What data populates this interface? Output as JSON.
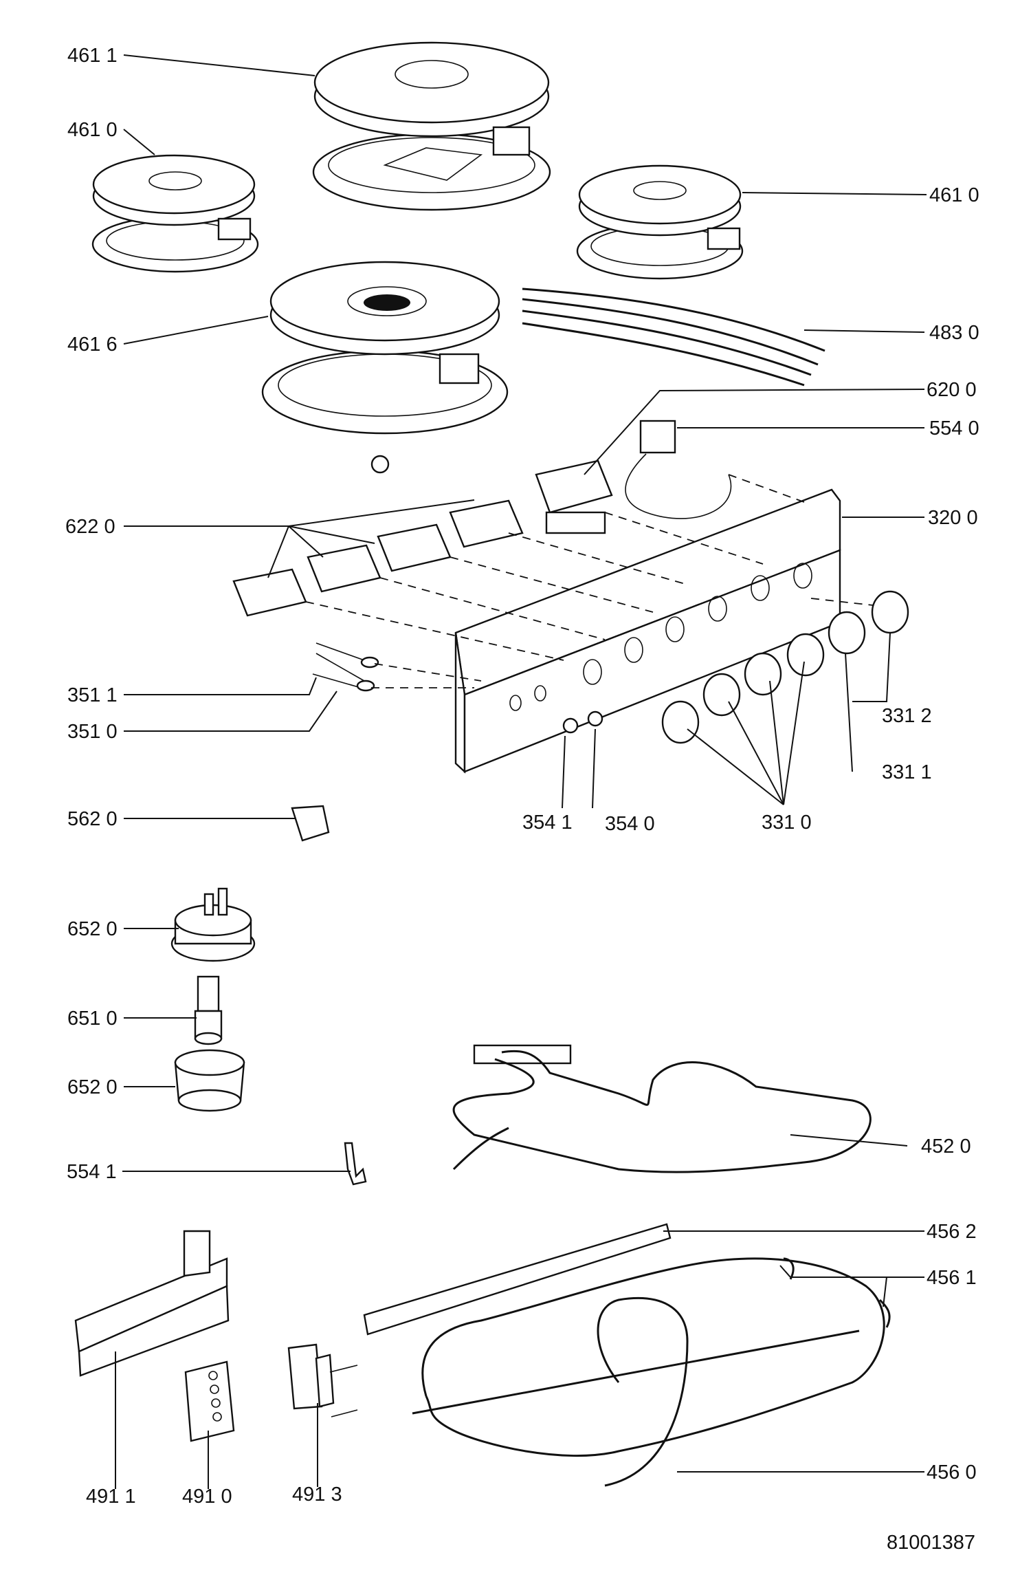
{
  "drawing_number": "81001387",
  "labels": {
    "l_4611": "461 1",
    "l_4610a": "461 0",
    "l_4610b": "461 0",
    "l_4616": "461 6",
    "l_4830": "483 0",
    "l_6200": "620 0",
    "l_5540": "554 0",
    "l_3200": "320 0",
    "l_6220": "622 0",
    "l_3511": "351 1",
    "l_3510": "351 0",
    "l_3312": "331 2",
    "l_3311": "331 1",
    "l_5620": "562 0",
    "l_3541": "354 1",
    "l_3540": "354 0",
    "l_3310": "331 0",
    "l_6520a": "652 0",
    "l_6510": "651 0",
    "l_6520b": "652 0",
    "l_5541": "554 1",
    "l_4520": "452 0",
    "l_4562": "456 2",
    "l_4561": "456 1",
    "l_4560": "456 0",
    "l_4911": "491 1",
    "l_4910": "491 0",
    "l_4913": "491 3"
  }
}
